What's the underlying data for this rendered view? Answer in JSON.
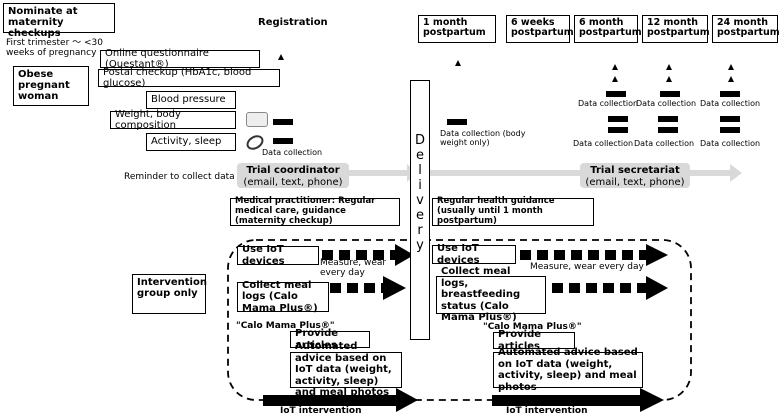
{
  "left": {
    "nominate": "Nominate at maternity checkups",
    "first_trimester": "First trimester ～ <30 weeks of pregnancy",
    "obese": "Obese pregnant woman",
    "reminder": "Reminder to collect data",
    "intervention_group": "Intervention group only"
  },
  "headers": {
    "registration": "Registration",
    "m1": "1 month postpartum",
    "w6": "6 weeks postpartum",
    "m6": "6 month postpartum",
    "m12": "12 month postpartum",
    "m24": "24 month postpartum"
  },
  "registration_items": {
    "questionnaire": "Online questionnaire (Questant®)",
    "postal": "Postal checkup (HbA1c, blood glucose)",
    "bp": "Blood pressure",
    "weight": "Weight, body composition",
    "activity": "Activity, sleep"
  },
  "data_collection": {
    "label": "Data collection",
    "m1": "Data collection (body weight only)"
  },
  "coordinators": {
    "trial_coordinator": "Trial coordinator",
    "trial_coordinator_sub": "(email, text, phone)",
    "trial_secretariat": "Trial secretariat",
    "trial_secretariat_sub": "(email, text, phone)"
  },
  "delivery_letters": [
    "D",
    "e",
    "l",
    "i",
    "v",
    "e",
    "r",
    "y"
  ],
  "care": {
    "medical": "Medical practitioner: Regular medical care, guidance (maternity checkup)",
    "regular": "Regular health guidance (usually until 1 month postpartum)"
  },
  "intervention": {
    "use_iot": "Use IoT devices",
    "measure_left": "Measure, wear every day",
    "measure_right": "Measure, wear every day",
    "meal_left": "Collect meal logs (Calo Mama Plus®)",
    "meal_right": "Collect meal logs, breastfeeding status (Calo Mama Plus®)",
    "calo": "\"Calo Mama Plus®\"",
    "articles": "Provide articles",
    "advice_left": "Automated advice based on IoT data (weight, activity, sleep) and meal photos",
    "advice_right": "Automated advice based on IoT data (weight, activity, sleep) and meal photos",
    "iot_intervention": "IoT intervention"
  },
  "icons": {
    "triangle": "filled-triangle-marker",
    "rect": "filled-rectangle-marker",
    "scale": "scale-device-icon",
    "band": "activity-band-icon"
  }
}
